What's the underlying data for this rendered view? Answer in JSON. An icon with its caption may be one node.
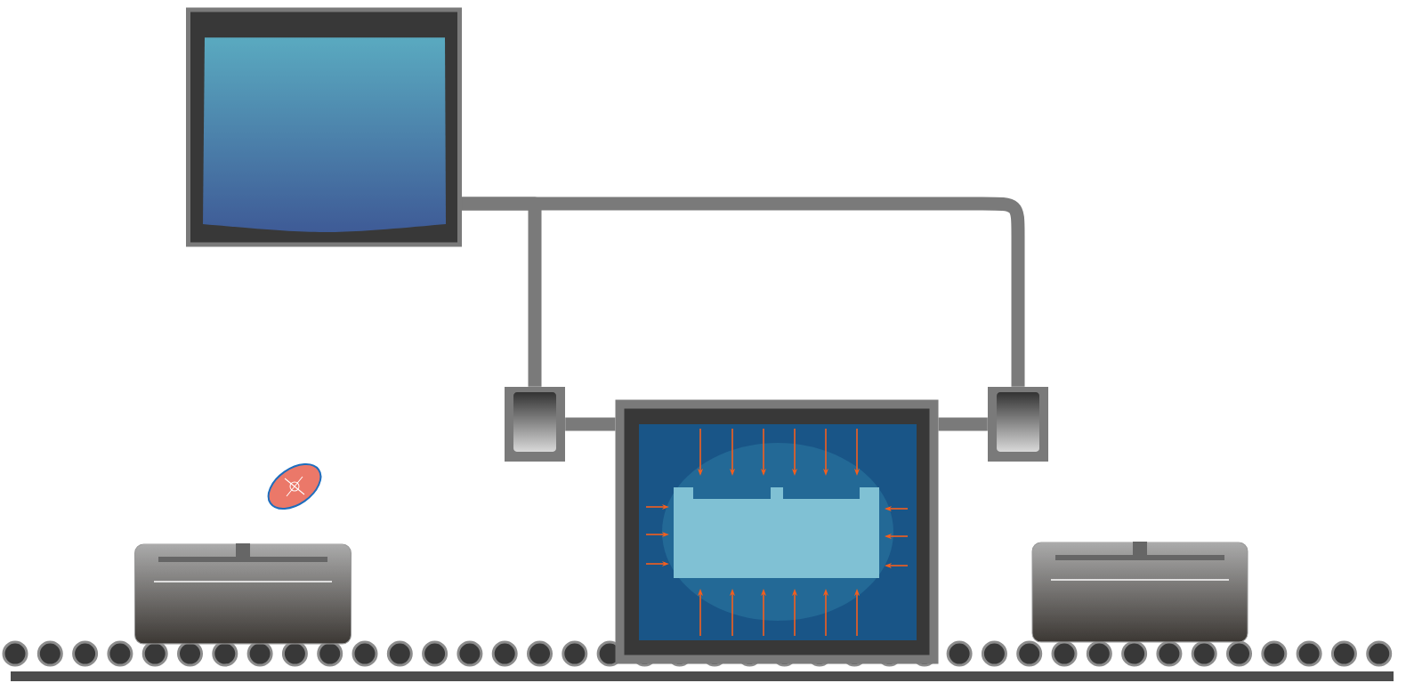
{
  "diagram": {
    "nodes": [
      {
        "text": [],
        "shape": "box"
      },
      {
        "text": [],
        "shape": "picture"
      },
      {
        "text": [],
        "shape": "cylinder"
      },
      {
        "text": [],
        "shape": "box"
      },
      {
        "text": [],
        "shape": "box"
      },
      {
        "text": [],
        "shape": "box"
      },
      {
        "text": [],
        "shape": "cylinder"
      }
    ],
    "edges": [
      {
        "from": 0,
        "to": 3,
        "arrow": "none"
      },
      {
        "from": 3,
        "to": 4,
        "arrow": "none"
      },
      {
        "from": 0,
        "to": 5,
        "arrow": "none"
      },
      {
        "from": 5,
        "to": 4,
        "arrow": "none"
      }
    ]
  }
}
